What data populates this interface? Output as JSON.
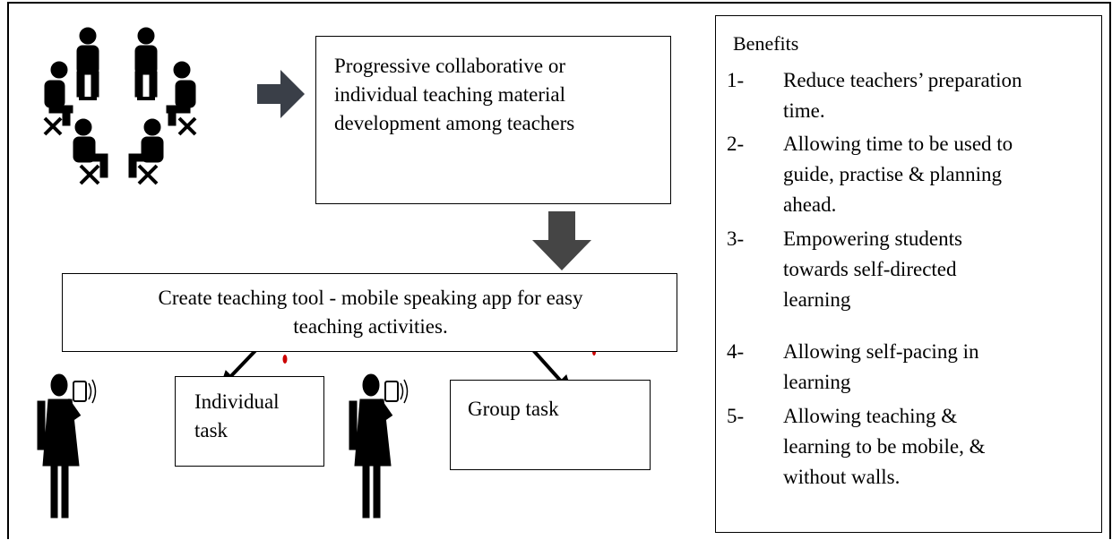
{
  "diagram": {
    "progressive_box": {
      "lines": [
        "Progressive collaborative or",
        "individual teaching material",
        "development among teachers"
      ]
    },
    "create_box": {
      "lines": [
        "Create teaching tool - mobile speaking app for easy",
        "teaching activities."
      ]
    },
    "individual_box": {
      "lines": [
        "Individual",
        "task"
      ]
    },
    "group_box": {
      "lines": [
        "Group task"
      ]
    },
    "benefits": {
      "title": "Benefits",
      "items": [
        {
          "num": "1-",
          "lines": [
            "Reduce teachers’ preparation",
            "time."
          ]
        },
        {
          "num": "2-",
          "lines": [
            "Allowing time to be used to",
            "guide, practise & planning",
            "ahead."
          ]
        },
        {
          "num": "3-",
          "lines": [
            "Empowering students",
            "towards self-directed",
            "learning"
          ]
        },
        {
          "num": "4-",
          "lines": [
            "Allowing self-pacing in",
            "learning"
          ]
        },
        {
          "num": "5-",
          "lines": [
            "Allowing teaching &",
            "learning to be mobile, &",
            "without walls."
          ]
        }
      ]
    },
    "colors": {
      "arrow_fill": "#3a3f48",
      "down_arrow_fill": "#454545",
      "accent_dot": "#cc0000"
    },
    "icons": [
      "teachers-circle-icon",
      "right-arrow-icon",
      "down-arrow-icon",
      "person-phone-icon"
    ]
  }
}
